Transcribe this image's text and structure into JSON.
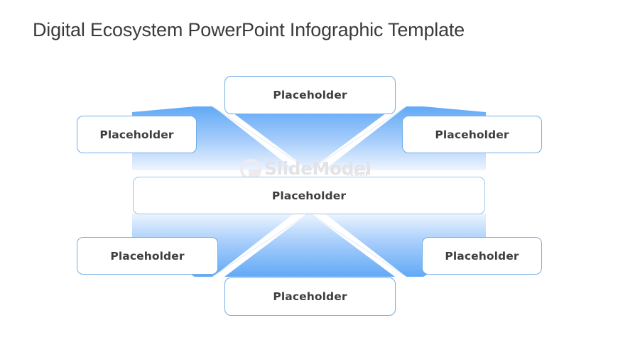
{
  "slide": {
    "title": "Digital Ecosystem PowerPoint Infographic Template",
    "background_color": "#ffffff",
    "title_color": "#3b3b3b",
    "accent_color": "#72aee6",
    "ray_color_dark": "#5fa8f5",
    "ray_color_light": "#dbeafe"
  },
  "watermark": {
    "text": "SlideModel",
    "suffix": ".com",
    "color": "#e3e3e7",
    "logo_icon": "slidemodel-circle-logo"
  },
  "nodes": {
    "top": {
      "label": "Placeholder"
    },
    "top_left": {
      "label": "Placeholder"
    },
    "top_right": {
      "label": "Placeholder"
    },
    "center": {
      "label": "Placeholder"
    },
    "bottom_left": {
      "label": "Placeholder"
    },
    "bottom_right": {
      "label": "Placeholder"
    },
    "bottom": {
      "label": "Placeholder"
    }
  }
}
